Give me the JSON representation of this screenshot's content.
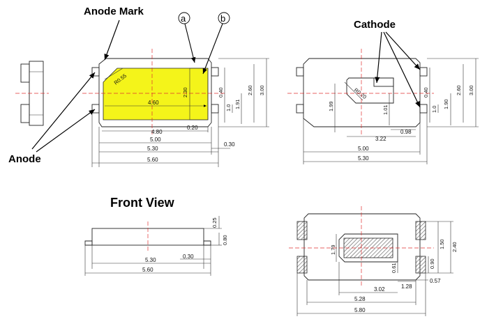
{
  "labels": {
    "anode_mark": "Anode Mark",
    "anode": "Anode",
    "cathode": "Cathode",
    "front_view": "Front View",
    "marker_a": "a",
    "marker_b": "b"
  },
  "top_left_view": {
    "chip_inner": "4.60",
    "chip_diag": "R0.55",
    "chip_height": "2.30",
    "dim_4_80": "4.80",
    "dim_0_20": "0.20",
    "dim_5_00": "5.00",
    "dim_5_30": "5.30",
    "dim_0_30": "0.30",
    "dim_5_60": "5.60",
    "v_0_40": "0.40",
    "v_1_0": "1.0",
    "v_1_91": "1.91",
    "v_2_60": "2.60",
    "v_3_00": "3.00"
  },
  "top_right_view": {
    "diag": "R0.20",
    "v_1_99": "1.99",
    "v_1_01": "1.01",
    "v_0_40": "0.40",
    "v_1_0": "1.0",
    "v_1_90": "1.90",
    "v_2_60": "2.60",
    "v_3_00": "3.00",
    "dim_0_98": "0.98",
    "dim_3_22": "3.22",
    "dim_5_00": "5.00",
    "dim_5_30": "5.30"
  },
  "front_view": {
    "v_0_25": "0.25",
    "v_0_80": "0.80",
    "dim_5_30": "5.30",
    "dim_0_30": "0.30",
    "dim_5_60": "5.60"
  },
  "bottom_right_view": {
    "v_1_79": "1.79",
    "v_0_61": "0.61",
    "v_0_90": "0.90",
    "v_1_50": "1.50",
    "v_2_40": "2.40",
    "dim_1_28": "1.28",
    "dim_0_57": "0.57",
    "dim_3_02": "3.02",
    "dim_5_28": "5.28",
    "dim_5_80": "5.80"
  },
  "colors": {
    "chip": "#f4f41a",
    "centerline": "#e03030",
    "pad_hatch": "#555555"
  }
}
